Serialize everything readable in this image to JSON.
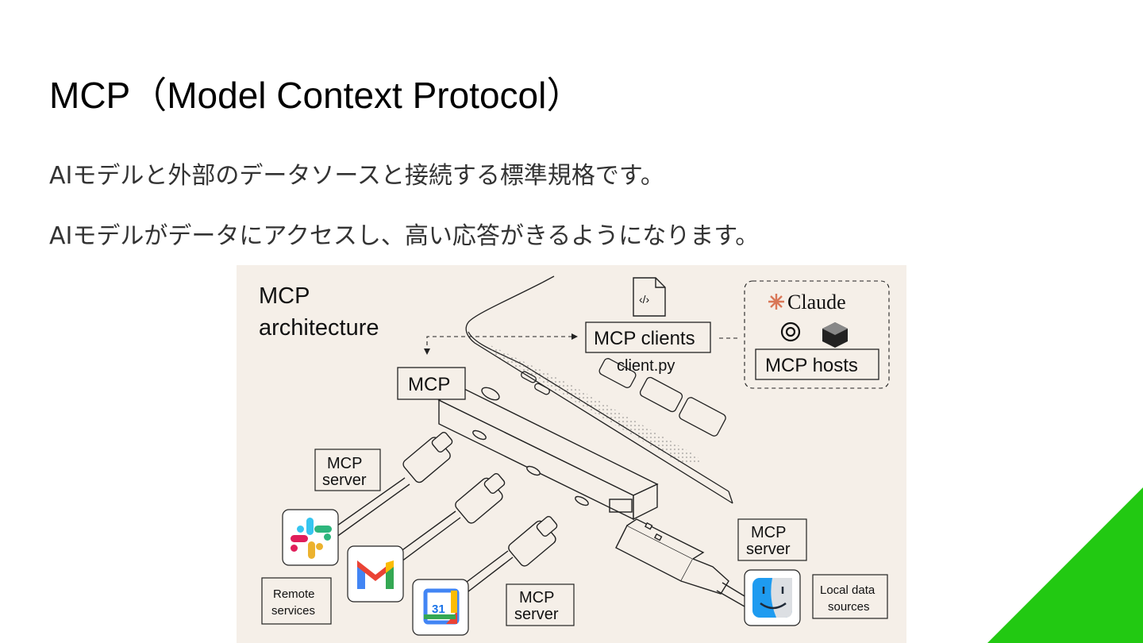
{
  "slide": {
    "title": "MCP（Model Context Protocol）",
    "lines": [
      "AIモデルと外部のデータソースと接続する標準規格です。",
      "AIモデルがデータにアクセスし、高い応答がきるようになります。"
    ]
  },
  "figure": {
    "heading_line1": "MCP",
    "heading_line2": "architecture",
    "clients_label": "MCP clients",
    "client_file": "client.py",
    "code_glyph": "‹/›",
    "hosts_label": "MCP hosts",
    "claude_label": "Claude",
    "hub_label": "MCP",
    "server_label_line1": "MCP",
    "server_label_line2": "server",
    "remote_line1": "Remote",
    "remote_line2": "services",
    "local_line1": "Local data",
    "local_line2": "sources",
    "calendar_day": "31"
  },
  "colors": {
    "accent_corner": "#22c912",
    "figure_bg": "#f5efe8",
    "claude_orange": "#d97757"
  }
}
